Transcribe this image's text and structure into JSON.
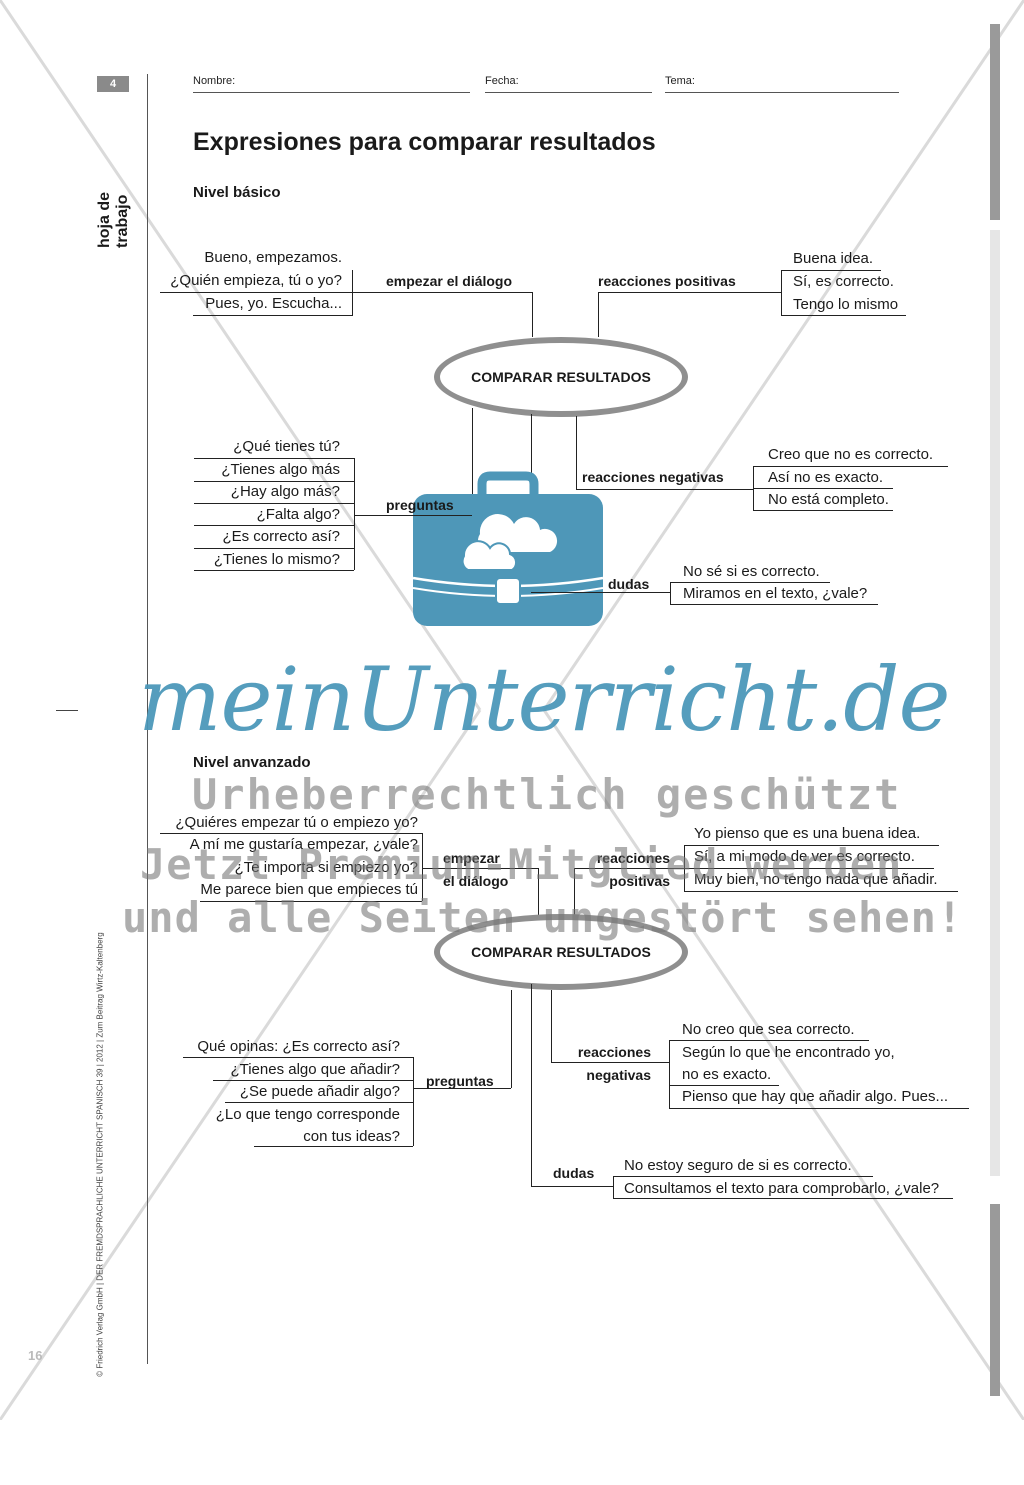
{
  "header": {
    "page_number": "4",
    "nombre_label": "Nombre:",
    "fecha_label": "Fecha:",
    "tema_label": "Tema:",
    "side_label": "hoja de trabajo",
    "footer_page": "16",
    "copyright": "© Friedrich Verlag GmbH | DER FREMDSPRACHLICHE UNTERRICHT SPANISCH 39 | 2012 | Zum Beitrag Wirtz-Kaltenberg"
  },
  "title": "Expresiones para comparar resultados",
  "basic": {
    "heading": "Nivel básico",
    "center": "COMPARAR RESULTADOS",
    "empezar": {
      "label": "empezar el diálogo",
      "items": [
        "Bueno, empezamos.",
        "¿Quién empieza, tú o yo?",
        "Pues, yo. Escucha..."
      ]
    },
    "positivas": {
      "label": "reacciones positivas",
      "items": [
        "Buena idea.",
        "Sí, es correcto.",
        "Tengo lo mismo"
      ]
    },
    "preguntas": {
      "label": "preguntas",
      "items": [
        "¿Qué tienes tú?",
        "¿Tienes algo más",
        "¿Hay algo más?",
        "¿Falta algo?",
        "¿Es correcto así?",
        "¿Tienes lo mismo?"
      ]
    },
    "negativas": {
      "label": "reacciones negativas",
      "items": [
        "Creo que no es correcto.",
        "Así no es exacto.",
        "No está completo."
      ]
    },
    "dudas": {
      "label": "dudas",
      "items": [
        "No sé si es correcto.",
        "Miramos en el texto, ¿vale?"
      ]
    }
  },
  "advanced": {
    "heading": "Nivel anvanzado",
    "center": "COMPARAR RESULTADOS",
    "empezar": {
      "label_line1": "empezar",
      "label_line2": "el diálogo",
      "items": [
        "¿Quiéres empezar tú o empiezo yo?",
        "A mí me gustaría empezar, ¿vale?",
        "¿Te importa si empiezo yo?",
        "Me parece bien que empieces tú"
      ]
    },
    "positivas": {
      "label_line1": "reacciones",
      "label_line2": "positivas",
      "items": [
        "Yo pienso que es una buena idea.",
        "Sí, a mi modo de ver es correcto.",
        "Muy bien, no tengo nada que añadir."
      ]
    },
    "preguntas": {
      "label": "preguntas",
      "items": [
        "Qué opinas: ¿Es correcto así?",
        "¿Tienes algo que añadir?",
        "¿Se puede añadir algo?",
        "¿Lo que tengo corresponde",
        "con tus ideas?"
      ]
    },
    "negativas": {
      "label_line1": "reacciones",
      "label_line2": "negativas",
      "items": [
        "No creo que sea correcto.",
        "Según lo que he encontrado yo,",
        "no es exacto.",
        "Pienso que hay que añadir algo. Pues..."
      ]
    },
    "dudas": {
      "label": "dudas",
      "items": [
        "No estoy seguro de si es correcto.",
        "Consultamos el texto para comprobarlo, ¿vale?"
      ]
    }
  },
  "watermark": {
    "logo": "meinUnterricht.de",
    "line1": "Urheberrechtlich geschützt",
    "line2": "Jetzt Premium-Mitglied werden",
    "line3": "und alle Seiten ungestört sehen!"
  },
  "icons": {
    "briefcase": "briefcase-cloud-icon",
    "briefcase_color": "#4e97b8"
  }
}
